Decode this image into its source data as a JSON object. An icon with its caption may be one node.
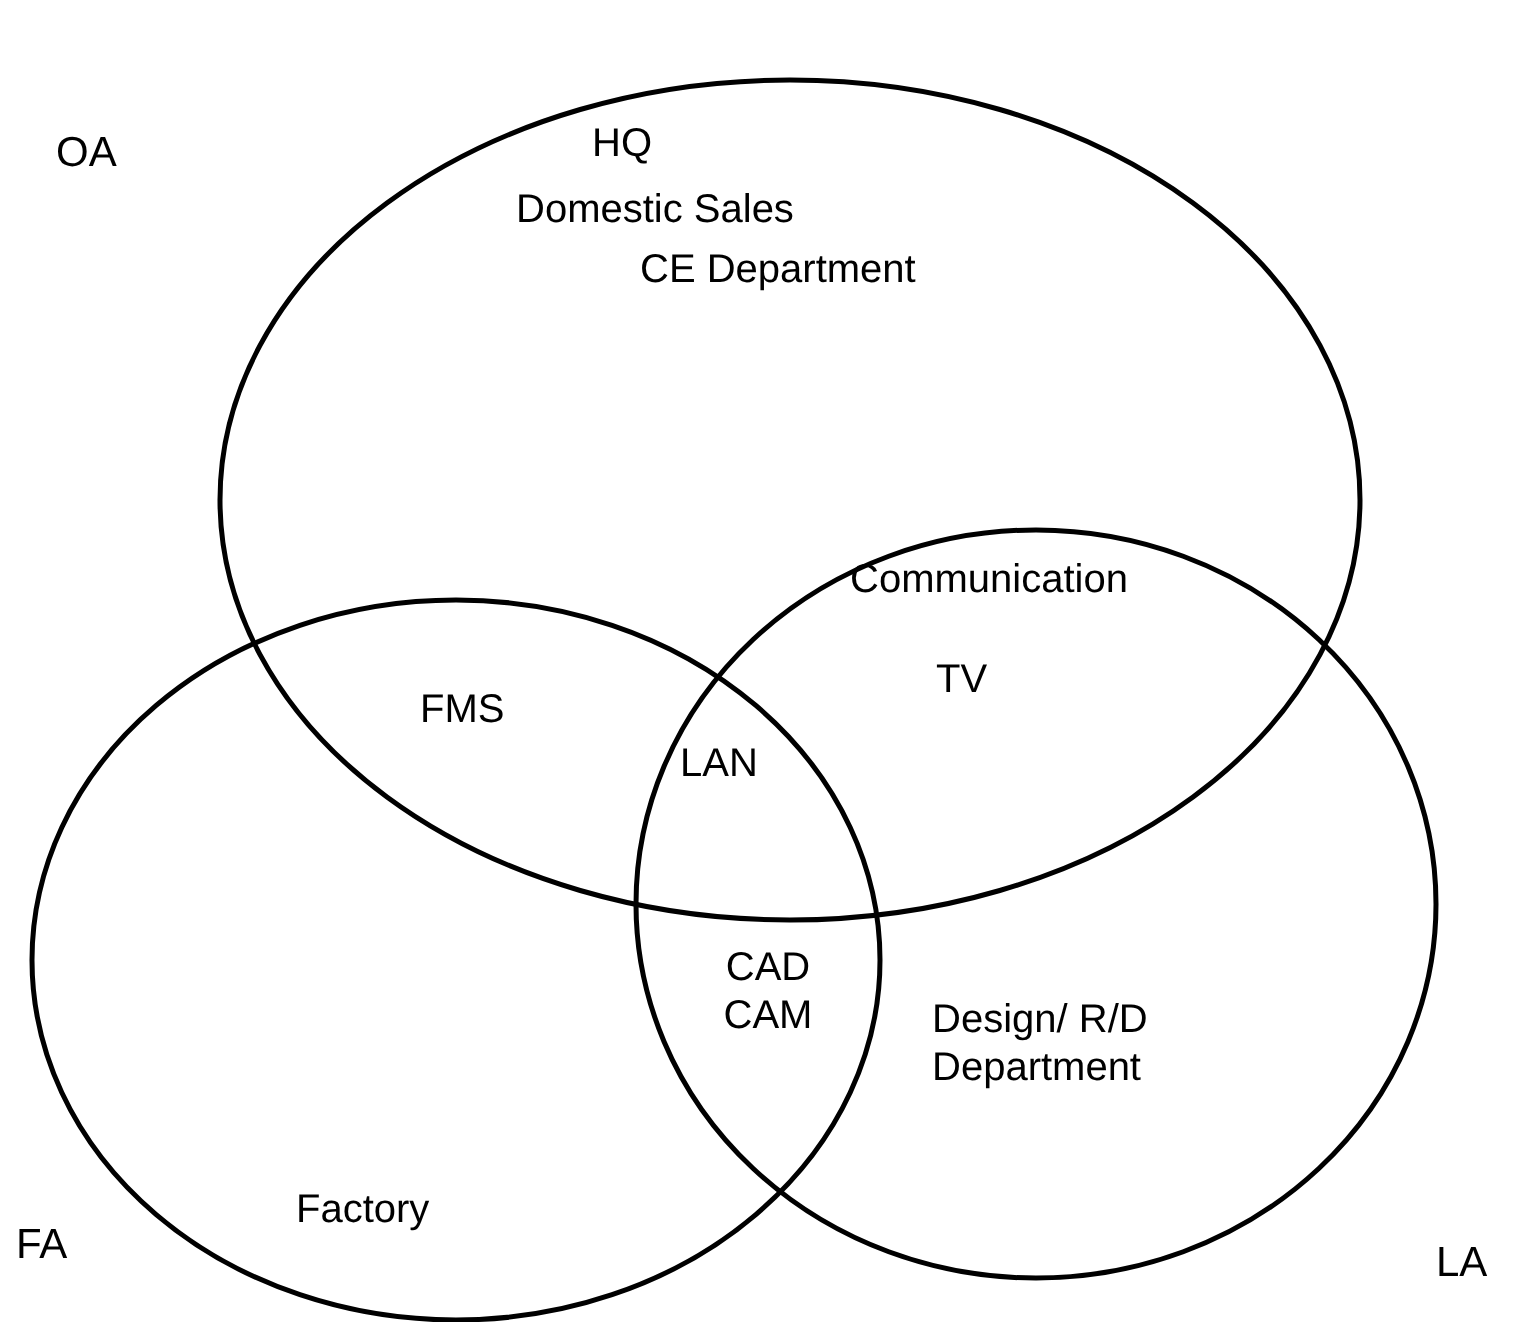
{
  "diagram": {
    "nodes": [
      {
        "text": [
          "OA"
        ]
      },
      {
        "text": [
          "FA"
        ]
      },
      {
        "text": [
          "LA"
        ]
      }
    ],
    "labels": [
      "HQ",
      "Domestic Sales",
      "CE Department",
      "Communication",
      "FMS",
      "TV",
      "LAN",
      "CAD CAM",
      "Design/ R/D Department",
      "Factory"
    ]
  }
}
